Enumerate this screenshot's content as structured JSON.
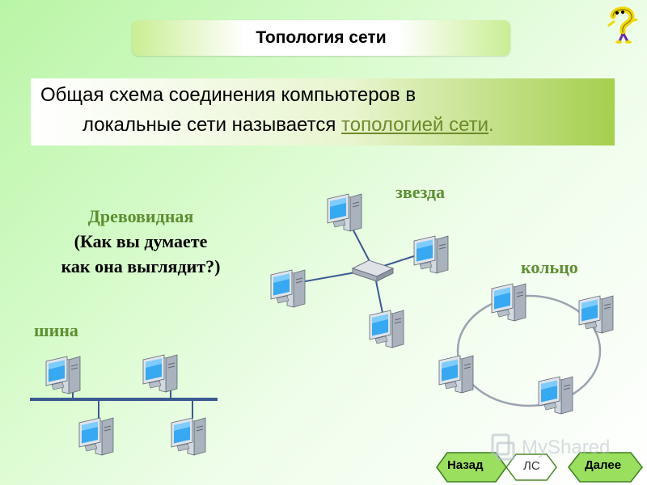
{
  "header": {
    "title": "Топология сети"
  },
  "definition": {
    "line1": "Общая схема соединения компьютеров в",
    "line2_prefix": "локальные сети называется ",
    "term": "топологией сети",
    "period": "."
  },
  "tree": {
    "title": "Древовидная",
    "question_line1": "(Как вы думаете",
    "question_line2": "как она выглядит?)"
  },
  "labels": {
    "star": "звезда",
    "ring": "кольцо",
    "bus": "шина"
  },
  "nav": {
    "back": "Назад",
    "center": "ЛС",
    "next": "Далее"
  },
  "watermark": "MyShared",
  "colors": {
    "accent_green": "#5c8f31",
    "term_color": "#6f8a2b",
    "link_line": "#3a5a92"
  }
}
